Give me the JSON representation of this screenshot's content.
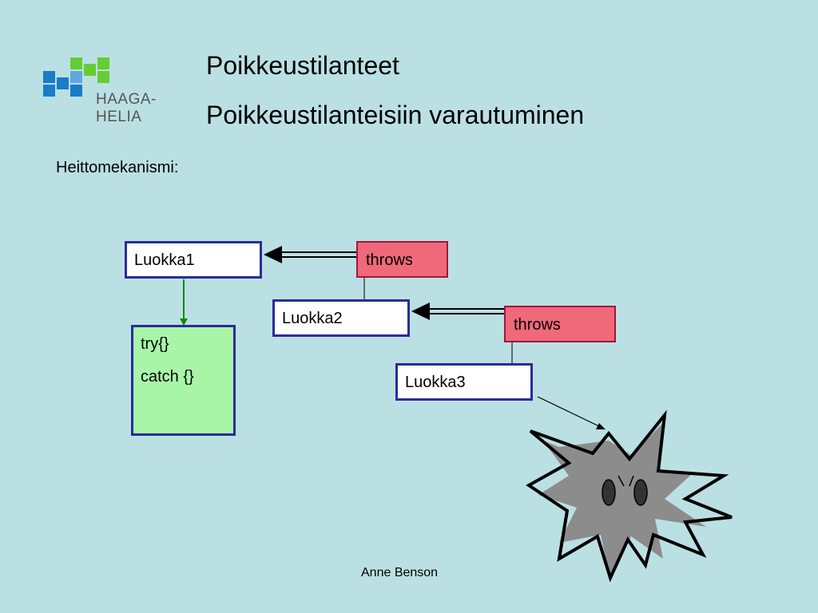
{
  "header": {
    "logo_text": "HAAGA-HELIA",
    "title": "Poikkeustilanteet",
    "subtitle": "Poikkeustilanteisiin varautuminen"
  },
  "body": {
    "label": "Heittomekanismi:"
  },
  "diagram": {
    "luokka1": "Luokka1",
    "luokka2": "Luokka2",
    "luokka3": "Luokka3",
    "throws1": "throws",
    "throws2": "throws",
    "try_label": "try{}",
    "catch_label": "catch {}"
  },
  "footer": {
    "author": "Anne Benson"
  },
  "colors": {
    "background": "#bbe0e3",
    "class_box_border": "#2b2b99",
    "throws_fill": "#f0697a",
    "try_catch_fill": "#a8f5a8",
    "explosion_fill": "#8c8c8c"
  }
}
